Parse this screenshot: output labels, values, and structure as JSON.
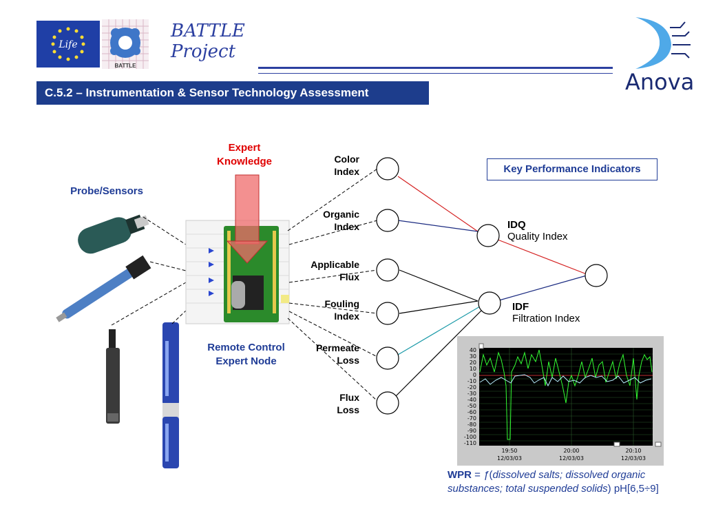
{
  "header": {
    "title_line1": "BATTLE",
    "title_line2": "Project",
    "eu_logo_text": "Life",
    "battle_logo_text": "BATTLE",
    "brand": "Anova"
  },
  "section": {
    "title": "C.5.2 – Instrumentation & Sensor Technology Assessment"
  },
  "diagram": {
    "probe_sensors": "Probe/Sensors",
    "expert_knowledge_line1": "Expert",
    "expert_knowledge_line2": "Knowledge",
    "remote_node_line1": "Remote Control",
    "remote_node_line2": "Expert Node",
    "inputs": [
      {
        "line1": "Color",
        "line2": "Index"
      },
      {
        "line1": "Organic",
        "line2": "Index"
      },
      {
        "line1": "Applicable",
        "line2": "Flux"
      },
      {
        "line1": "Fouling",
        "line2": "Index"
      },
      {
        "line1": "Permeate",
        "line2": "Loss"
      },
      {
        "line1": "Flux",
        "line2": "Loss"
      }
    ],
    "kpi_title": "Key Performance Indicators",
    "idq_name": "IDQ",
    "idq_desc": "Quality Index",
    "idf_name": "IDF",
    "idf_desc": "Filtration Index",
    "colors": {
      "red": "#d42020",
      "navy": "#1a2a80",
      "teal": "#1b9aa8",
      "accent": "#1f3c96"
    }
  },
  "chart": {
    "y_ticks": [
      "40",
      "30",
      "20",
      "10",
      "0",
      "-10",
      "-20",
      "-30",
      "-40",
      "-50",
      "-60",
      "-70",
      "-80",
      "-90",
      "-100",
      "-110"
    ],
    "x_ticks": [
      {
        "time": "19:50",
        "date": "12/03/03"
      },
      {
        "time": "20:00",
        "date": "12/03/03"
      },
      {
        "time": "20:10",
        "date": "12/03/03"
      }
    ]
  },
  "wpr": {
    "label": "WPR",
    "eq": " = ",
    "f": "ƒ",
    "open": "(",
    "args_italic": "dissolved salts; dissolved organic substances; total suspended solids",
    "close": ")",
    "tail": " pH[6,5÷9]"
  }
}
